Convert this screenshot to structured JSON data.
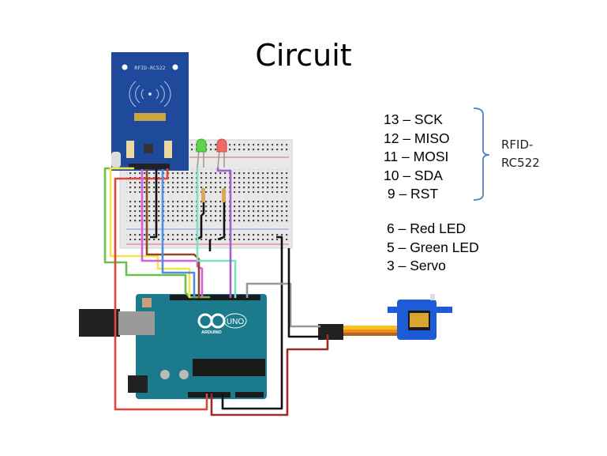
{
  "slide": {
    "title": "Circuit",
    "rfid_pins": [
      {
        "label": "13 – SCK"
      },
      {
        "label": "12 – MISO"
      },
      {
        "label": "11 – MOSI"
      },
      {
        "label": "10 – SDA"
      },
      {
        "label": " 9 – RST"
      }
    ],
    "rfid_group_label_line1": "RFID-",
    "rfid_group_label_line2": "RC522",
    "other_pins": [
      {
        "label": "6 – Red LED"
      },
      {
        "label": "5 – Green LED"
      },
      {
        "label": "3 – Servo"
      }
    ]
  },
  "diagram": {
    "rfid_board_text": "RFID-RC522",
    "arduino_text": "ARDUINO",
    "arduino_model": "UNO",
    "colors": {
      "rfid_board": "#1f4a9c",
      "arduino_board": "#1b7b8c",
      "breadboard": "#e9e9e9",
      "servo": "#1e5bd6",
      "bracket": "#4f7fbf"
    }
  }
}
